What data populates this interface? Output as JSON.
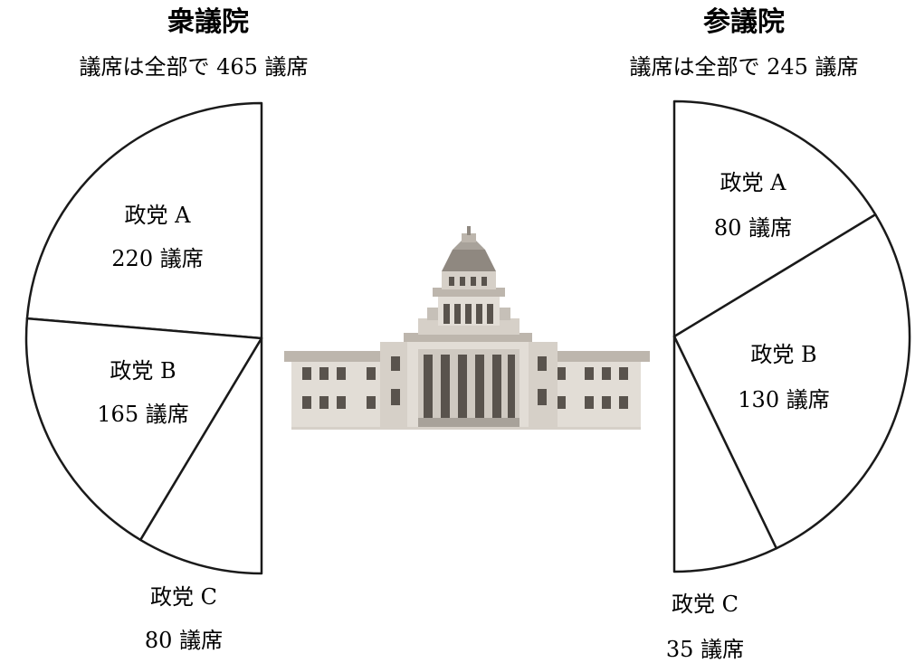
{
  "chart_data": [
    {
      "type": "pie",
      "title": "衆議院",
      "subtitle": "議席は全部で 465 議席",
      "total": 465,
      "slices": [
        {
          "name": "政党 A",
          "value": 220,
          "label": "220 議席"
        },
        {
          "name": "政党 B",
          "value": 165,
          "label": "165 議席"
        },
        {
          "name": "政党 C",
          "value": 80,
          "label": "80 議席"
        }
      ]
    },
    {
      "type": "pie",
      "title": "参議院",
      "subtitle": "議席は全部で 245 議席",
      "total": 245,
      "slices": [
        {
          "name": "政党 A",
          "value": 80,
          "label": "80 議席"
        },
        {
          "name": "政党 B",
          "value": 130,
          "label": "130 議席"
        },
        {
          "name": "政党 C",
          "value": 35,
          "label": "35 議席"
        }
      ]
    }
  ],
  "colors": {
    "stroke": "#1a1a1a",
    "fill": "#ffffff",
    "building_light": "#e2ddd6",
    "building_mid": "#bdb6ad",
    "building_dark": "#59534d",
    "building_roof": "#8f8880",
    "building_accent": "#a8a29a"
  },
  "icon": "national-diet-building-icon"
}
